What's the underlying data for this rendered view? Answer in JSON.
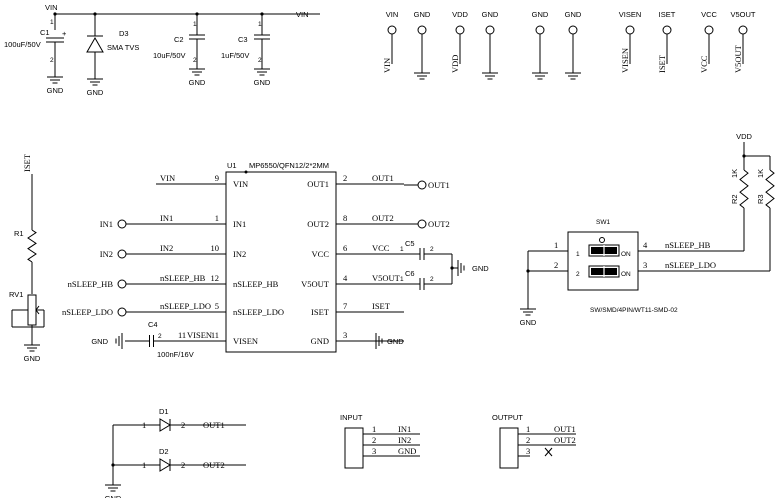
{
  "power": {
    "vin": "VIN",
    "c1": {
      "ref": "C1",
      "value": "100uF/50V",
      "pin1": "1",
      "pin2": "2",
      "plus": "+"
    },
    "d3": {
      "ref": "D3",
      "value": "SMA TVS"
    },
    "c2": {
      "ref": "C2",
      "value": "10uF/50V",
      "pin1": "1",
      "pin2": "2"
    },
    "c3": {
      "ref": "C3",
      "value": "1uF/50V",
      "pin1": "1",
      "pin2": "2"
    },
    "gnd": "GND"
  },
  "net_ports": [
    {
      "label": "VIN",
      "gnd": false
    },
    {
      "label": "GND",
      "gnd": true
    },
    {
      "label": "VDD",
      "gnd": false
    },
    {
      "label": "GND",
      "gnd": true
    },
    {
      "label": "GND",
      "gnd": true
    },
    {
      "label": "GND",
      "gnd": true
    },
    {
      "label": "VISEN",
      "gnd": false
    },
    {
      "label": "ISET",
      "gnd": false
    },
    {
      "label": "VCC",
      "gnd": false
    },
    {
      "label": "V5OUT",
      "gnd": false
    }
  ],
  "u1": {
    "ref": "U1",
    "part": "MP6550/QFN12/2*2MM",
    "left_pins": [
      {
        "num": "9",
        "name": "VIN",
        "net": "VIN",
        "port": ""
      },
      {
        "num": "1",
        "name": "IN1",
        "net": "IN1",
        "port": "IN1"
      },
      {
        "num": "10",
        "name": "IN2",
        "net": "IN2",
        "port": "IN2"
      },
      {
        "num": "12",
        "name": "nSLEEP_HB",
        "net": "nSLEEP_HB",
        "port": "nSLEEP_HB"
      },
      {
        "num": "5",
        "name": "nSLEEP_LDO",
        "net": "nSLEEP_LDO",
        "port": "nSLEEP_LDO"
      },
      {
        "num": "11",
        "name": "VISEN",
        "net": "VISEN",
        "port": ""
      }
    ],
    "right_pins": [
      {
        "num": "2",
        "name": "OUT1",
        "net": "OUT1",
        "port": "OUT1"
      },
      {
        "num": "8",
        "name": "OUT2",
        "net": "OUT2",
        "port": "OUT2"
      },
      {
        "num": "6",
        "name": "VCC",
        "net": "VCC",
        "port": ""
      },
      {
        "num": "4",
        "name": "V5OUT",
        "net": "V5OUT",
        "port": ""
      },
      {
        "num": "7",
        "name": "ISET",
        "net": "ISET",
        "port": ""
      },
      {
        "num": "3",
        "name": "GND",
        "net": "",
        "port": ""
      }
    ],
    "c5": {
      "ref": "C5",
      "pin1": "1",
      "pin2": "2"
    },
    "c6": {
      "ref": "C6",
      "pin1": "1",
      "pin2": "2"
    },
    "c4": {
      "ref": "C4",
      "value": "100nF/16V",
      "pin2": "2",
      "pin1": "1"
    },
    "gnd": "GND"
  },
  "iset": {
    "net": "ISET",
    "r1": "R1",
    "rv1": "RV1",
    "gnd": "GND"
  },
  "sw": {
    "vdd": "VDD",
    "r2": {
      "ref": "R2",
      "value": "1K"
    },
    "r3": {
      "ref": "R3",
      "value": "1K"
    },
    "sw1": "SW1",
    "part": "SW/SMD/4PIN/WT11-SMD-02",
    "on": "ON",
    "nets": [
      "nSLEEP_HB",
      "nSLEEP_LDO"
    ],
    "pins": [
      "1",
      "2",
      "4",
      "3"
    ],
    "inner": [
      "1",
      "2"
    ],
    "gnd": "GND"
  },
  "diodes": {
    "d1": {
      "ref": "D1",
      "pin1": "1",
      "pin2": "2",
      "net": "OUT1"
    },
    "d2": {
      "ref": "D2",
      "pin1": "1",
      "pin2": "2",
      "net": "OUT2"
    },
    "gnd": "GND"
  },
  "input_conn": {
    "title": "INPUT",
    "pins": [
      "1",
      "2",
      "3"
    ],
    "nets": [
      "IN1",
      "IN2",
      "GND"
    ]
  },
  "output_conn": {
    "title": "OUTPUT",
    "pins": [
      "1",
      "2"
    ],
    "nets": [
      "OUT1",
      "OUT2"
    ]
  }
}
